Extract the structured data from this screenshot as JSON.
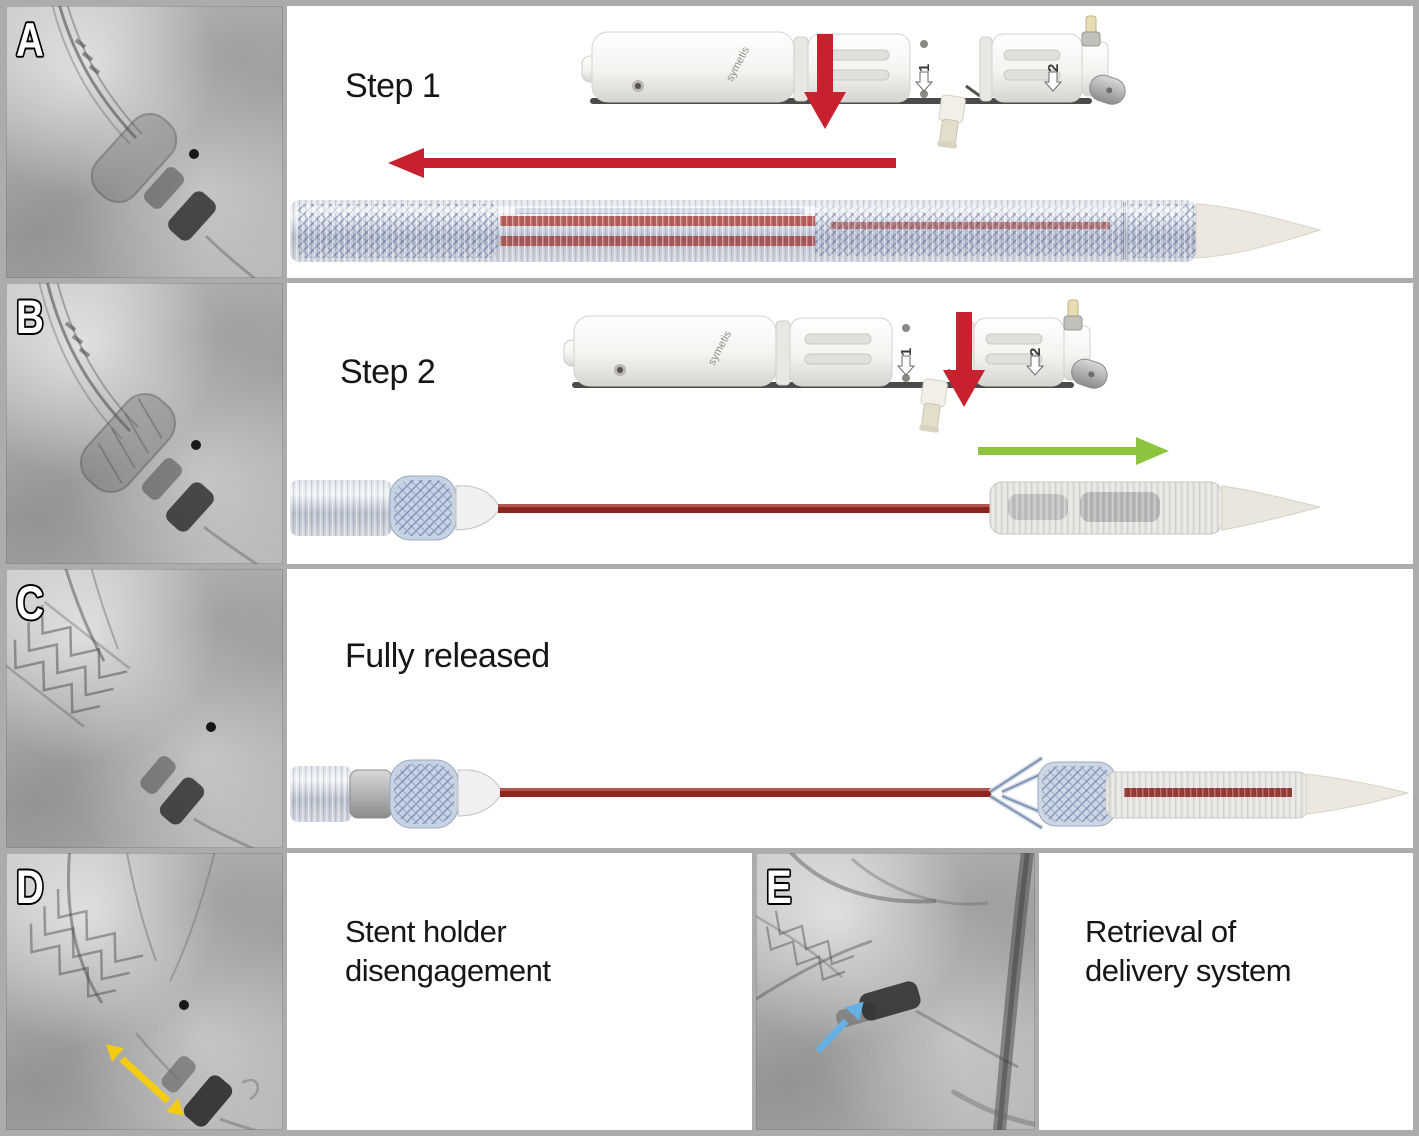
{
  "figure": {
    "type": "procedure-step-figure",
    "panels": [
      {
        "id": "A",
        "label": "A",
        "caption": "Step 1"
      },
      {
        "id": "B",
        "label": "B",
        "caption": "Step 2"
      },
      {
        "id": "C",
        "label": "C",
        "caption": "Fully released"
      },
      {
        "id": "D",
        "label": "D",
        "caption_line1": "Stent holder",
        "caption_line2": "disengagement"
      },
      {
        "id": "E",
        "label": "E",
        "caption_line1": "Retrieval of",
        "caption_line2": "delivery system"
      }
    ],
    "device": {
      "brand": "symetis",
      "marking_1": "1",
      "marking_2": "2"
    },
    "icons": {
      "red-down-arrow": "solid red arrow pointing down at handle turn-knob",
      "red-left-arrow": "solid red arrow pointing left over loaded sheath",
      "green-right-arrow": "solid green arrow pointing right (advance)",
      "yellow-double-arrow": "yellow double-headed arrow on fluoroscopy",
      "blue-arrow": "light blue arrow pointing at stent holder on fluoroscopy"
    },
    "colors": {
      "red_arrow": "#c8202f",
      "green_arrow": "#8cc53d",
      "yellow_arrow": "#f2cd0f",
      "blue_arrow": "#66b1e4",
      "border_gray": "#acacac",
      "panel_white": "#ffffff",
      "shaft_red": "#8c241f"
    }
  }
}
